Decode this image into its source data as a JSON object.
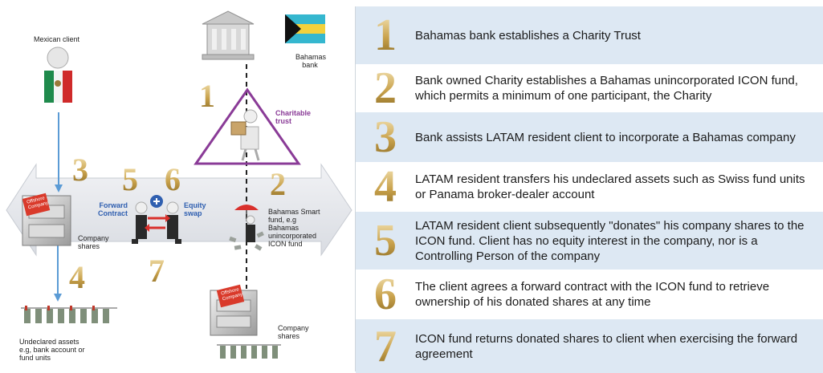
{
  "diagram": {
    "labels": {
      "mexican_client": "Mexican client",
      "bahamas_bank": "Bahamas bank",
      "charitable_trust": "Charitable trust",
      "forward_contract": "Forward Contract",
      "equity_swap": "Equity swap",
      "smart_fund": "Bahamas Smart fund, e.g Bahamas unincorporated ICON fund",
      "company_shares_left": "Company shares",
      "company_shares_bottom": "Company shares",
      "undeclared_assets": "Undeclared assets e.g, bank account or fund units",
      "offshore_company": "Offshore Company"
    },
    "numbers": [
      "1",
      "2",
      "3",
      "4",
      "5",
      "6",
      "7"
    ]
  },
  "steps": [
    {
      "num": "1",
      "text": "Bahamas bank establishes a Charity Trust"
    },
    {
      "num": "2",
      "text": "Bank owned Charity establishes a Bahamas unincorporated ICON fund, which permits a minimum of one participant, the Charity"
    },
    {
      "num": "3",
      "text": "Bank assists LATAM resident client to incorporate  a Bahamas company"
    },
    {
      "num": "4",
      "text": "LATAM resident transfers his undeclared  assets such as Swiss fund units or Panama broker-dealer account"
    },
    {
      "num": "5",
      "text": "LATAM resident client  subsequently \"donates\" his company shares to the ICON fund. Client has no equity interest in the company, nor is a Controlling Person of the company"
    },
    {
      "num": "6",
      "text": "The client agrees  a forward contract with the ICON fund to retrieve ownership of his donated  shares at any time"
    },
    {
      "num": "7",
      "text": "ICON fund returns donated shares to client when exercising the forward agreement"
    }
  ],
  "colors": {
    "row_alt": "#dde8f3",
    "arrow_band": "#e6e8ec",
    "triangle": "#8a3b97",
    "flow_arrow": "#5b9bd5",
    "swap_arrow": "#d9302c"
  }
}
